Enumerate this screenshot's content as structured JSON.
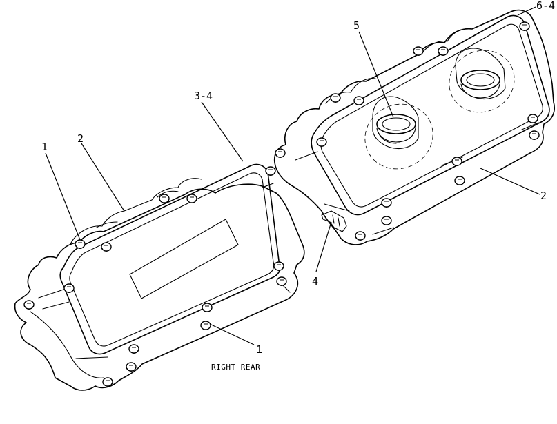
{
  "diagram": {
    "callouts": [
      {
        "id": "left-1",
        "text": "1"
      },
      {
        "id": "left-2",
        "text": "2"
      },
      {
        "id": "left-3-4",
        "text": "3-4"
      },
      {
        "id": "right-5",
        "text": "5"
      },
      {
        "id": "right-6-4",
        "text": "6-4"
      },
      {
        "id": "right-2",
        "text": "2"
      },
      {
        "id": "right-4",
        "text": "4"
      },
      {
        "id": "bottom-1",
        "text": "1"
      }
    ],
    "note": "RIGHT REAR"
  }
}
